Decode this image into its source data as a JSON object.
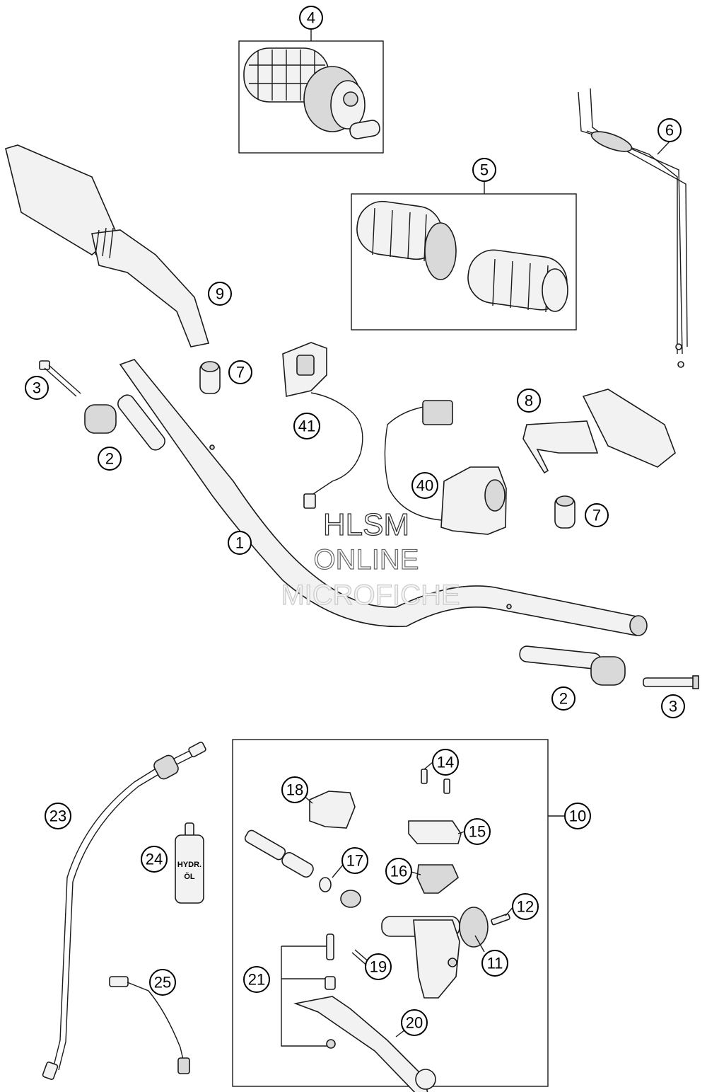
{
  "callouts": [
    "1",
    "2",
    "2",
    "3",
    "3",
    "4",
    "5",
    "6",
    "7",
    "7",
    "8",
    "9",
    "10",
    "11",
    "12",
    "14",
    "15",
    "16",
    "17",
    "18",
    "19",
    "20",
    "21",
    "23",
    "24",
    "25",
    "40",
    "41"
  ],
  "bottle_label": [
    "HYDR.",
    "ÖL"
  ],
  "watermark": {
    "line1": "HLSM",
    "line2": "ONLINE",
    "line3": "MICROFICHE"
  }
}
